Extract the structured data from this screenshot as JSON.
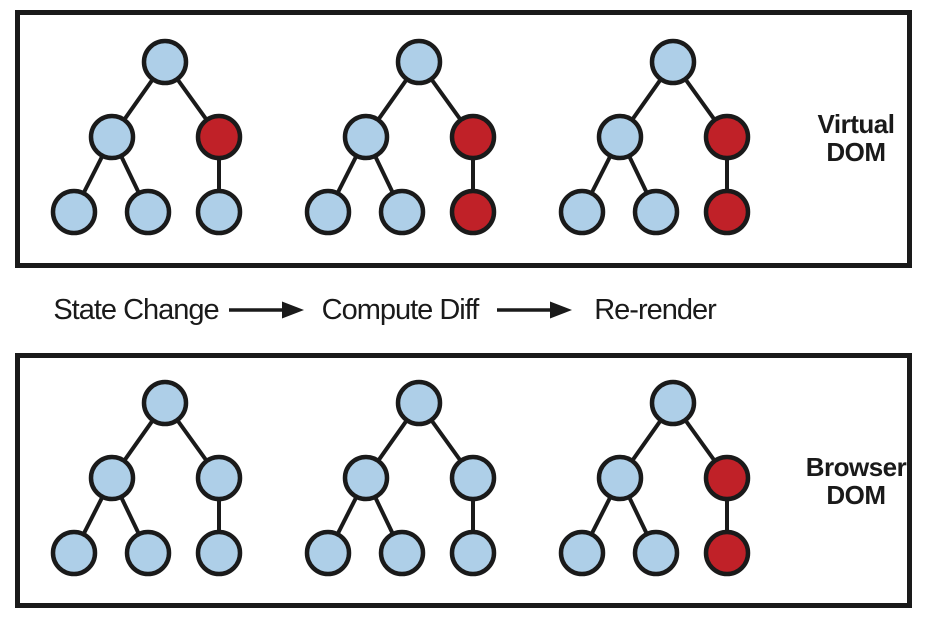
{
  "colors": {
    "node_blue": "#AECFE8",
    "node_red": "#C02128",
    "stroke": "#1A1A1A"
  },
  "virtual_dom": {
    "label_line1": "Virtual",
    "label_line2": "DOM",
    "trees": [
      {
        "nodes": [
          "blue",
          "blue",
          "red",
          "blue",
          "blue",
          "blue"
        ]
      },
      {
        "nodes": [
          "blue",
          "blue",
          "red",
          "blue",
          "blue",
          "red"
        ]
      },
      {
        "nodes": [
          "blue",
          "blue",
          "red",
          "blue",
          "blue",
          "red"
        ]
      }
    ]
  },
  "flow": {
    "steps": [
      "State Change",
      "Compute Diff",
      "Re-render"
    ]
  },
  "browser_dom": {
    "label_line1": "Browser",
    "label_line2": "DOM",
    "trees": [
      {
        "nodes": [
          "blue",
          "blue",
          "blue",
          "blue",
          "blue",
          "blue"
        ]
      },
      {
        "nodes": [
          "blue",
          "blue",
          "blue",
          "blue",
          "blue",
          "blue"
        ]
      },
      {
        "nodes": [
          "blue",
          "blue",
          "red",
          "blue",
          "blue",
          "red"
        ]
      }
    ]
  }
}
